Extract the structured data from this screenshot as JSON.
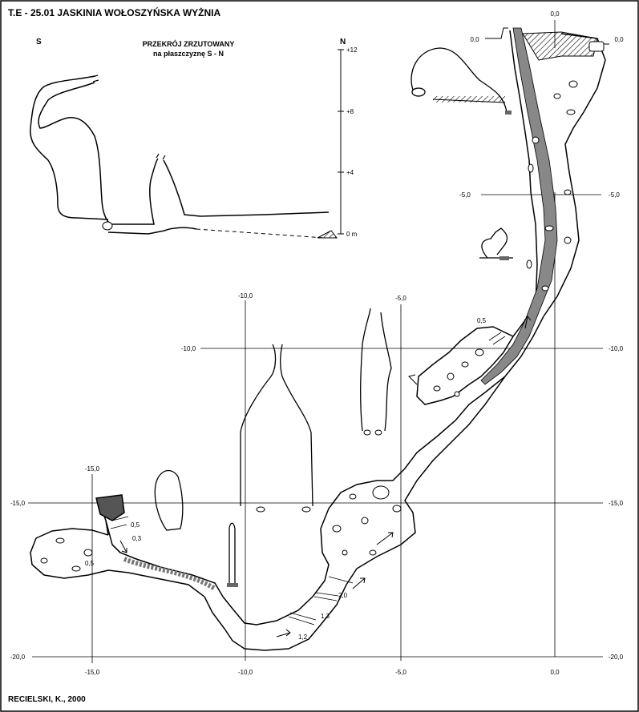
{
  "title": "T.E - 25.01  JASKINIA WOŁOSZYŃSKA WYŻNIA",
  "author": "RECIELSKI, K., 2000",
  "profile": {
    "heading_line1": "PRZEKRÓJ ZRZUTOWANY",
    "heading_line2": "na płaszczyznę S - N",
    "south_label": "S",
    "north_label": "N",
    "scale_ticks": [
      "+12",
      "+8",
      "+4",
      "0 m"
    ]
  },
  "grid": {
    "x_labels": [
      "0,0",
      "-5,0",
      "-10,0",
      "-15,0"
    ],
    "y_labels": [
      "0,0",
      "-5,0",
      "-10,0",
      "-15,0",
      "-20,0"
    ]
  },
  "depths": {
    "d_0_5_top": "0,5",
    "d_0_5_left": "0,5",
    "d_0_3": "0,3",
    "d_0_5_chamber": "0,5",
    "d_2_0": "2,0",
    "d_1_3": "1,3",
    "d_1_2": "1,2"
  },
  "entrance": {
    "left_level": "0,0",
    "right_level": "0,0"
  }
}
